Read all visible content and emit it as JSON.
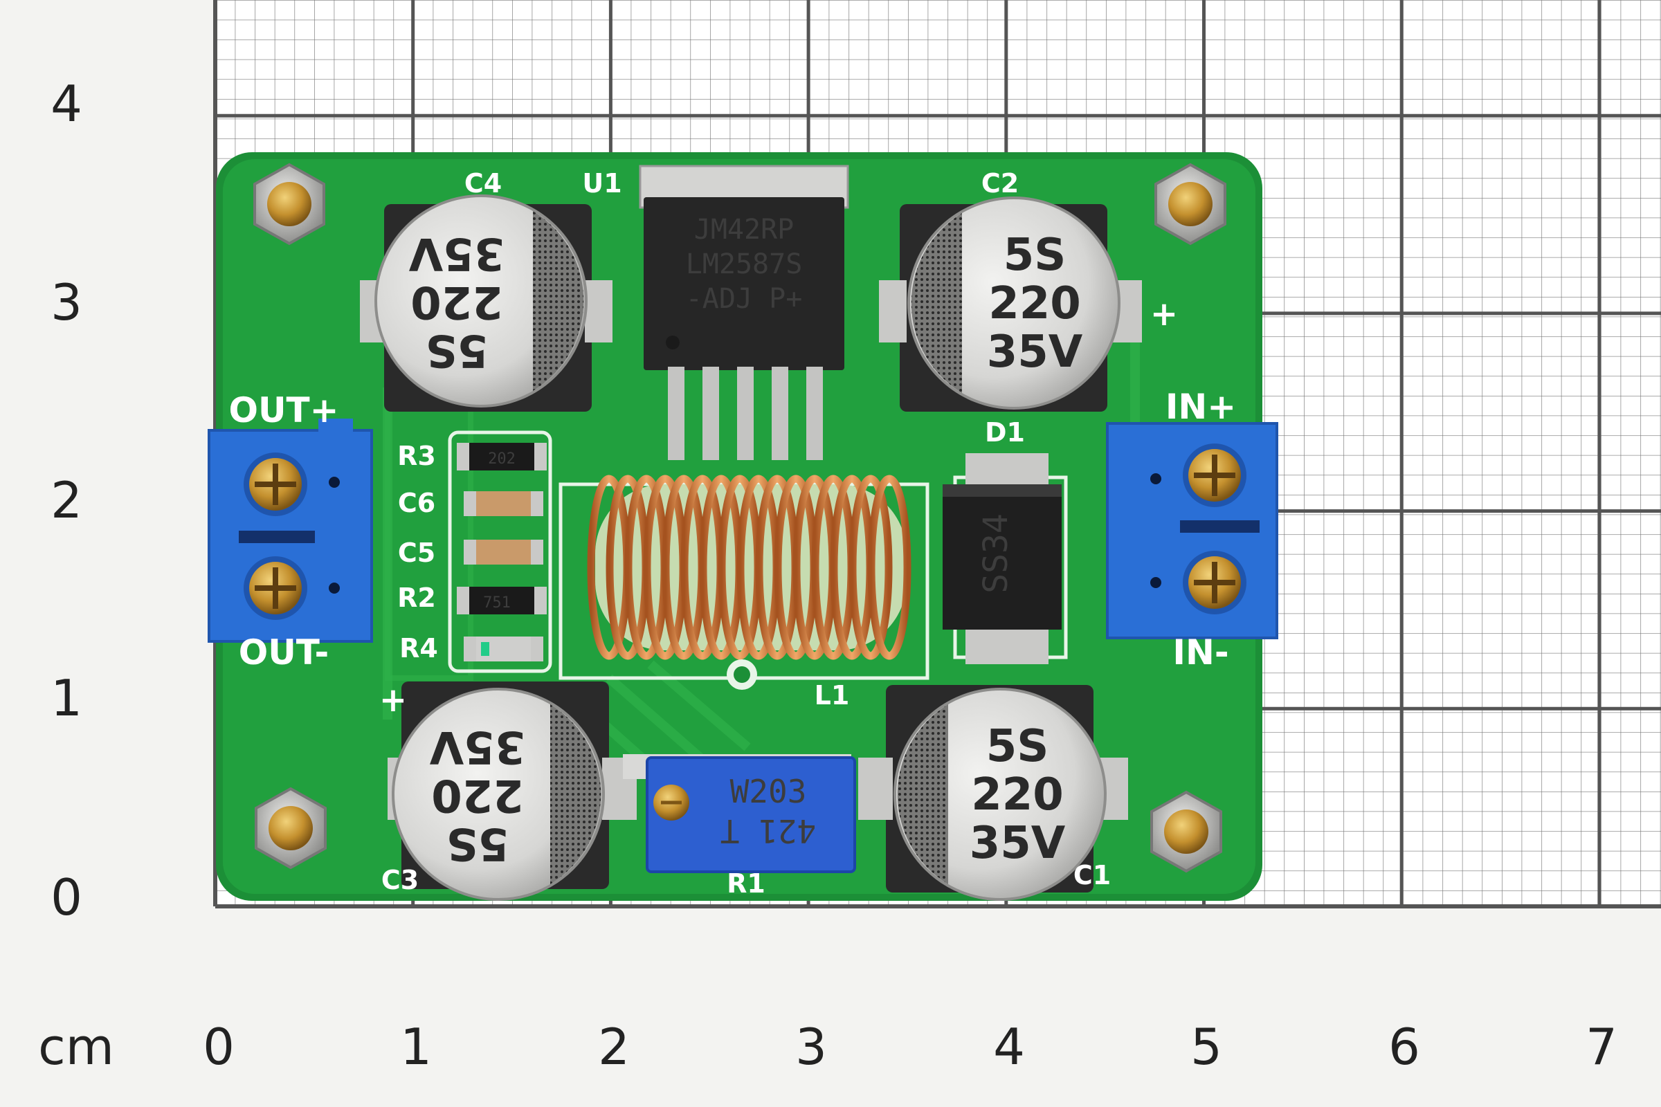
{
  "axes": {
    "unit": "cm",
    "x_ticks": [
      "0",
      "1",
      "2",
      "3",
      "4",
      "5",
      "6",
      "7"
    ],
    "y_ticks": [
      "4",
      "3",
      "2",
      "1",
      "0"
    ]
  },
  "board": {
    "labels": {
      "c4": "C4",
      "u1": "U1",
      "c2": "C2",
      "c3": "C3",
      "c1": "C1",
      "d1": "D1",
      "l1": "L1",
      "r1": "R1",
      "r3": "R3",
      "c6": "C6",
      "c5": "C5",
      "r2": "R2",
      "r4": "R4",
      "out_plus": "OUT+",
      "out_minus": "OUT-",
      "in_plus": "IN+",
      "in_minus": "IN-",
      "plus_top_right": "+",
      "plus_bottom_left": "+"
    },
    "ic": {
      "line1": "JM42RP",
      "line2": "LM2587S",
      "line3": "-ADJ P+"
    },
    "diode": "SS34",
    "trimmer": {
      "line1": "W203",
      "line2": "421 T"
    },
    "resistor_r3": "202",
    "resistor_r2": "751",
    "capacitor": {
      "code": "5S",
      "value": "220",
      "voltage": "35V"
    }
  },
  "colors": {
    "pcb": "#1f9a3c",
    "pcb_trace": "#2fb04a",
    "silkscreen": "#ffffff",
    "terminal_blue": "#2a6fd6",
    "copper_coil": "#c8743a",
    "grid_line": "#555555"
  }
}
